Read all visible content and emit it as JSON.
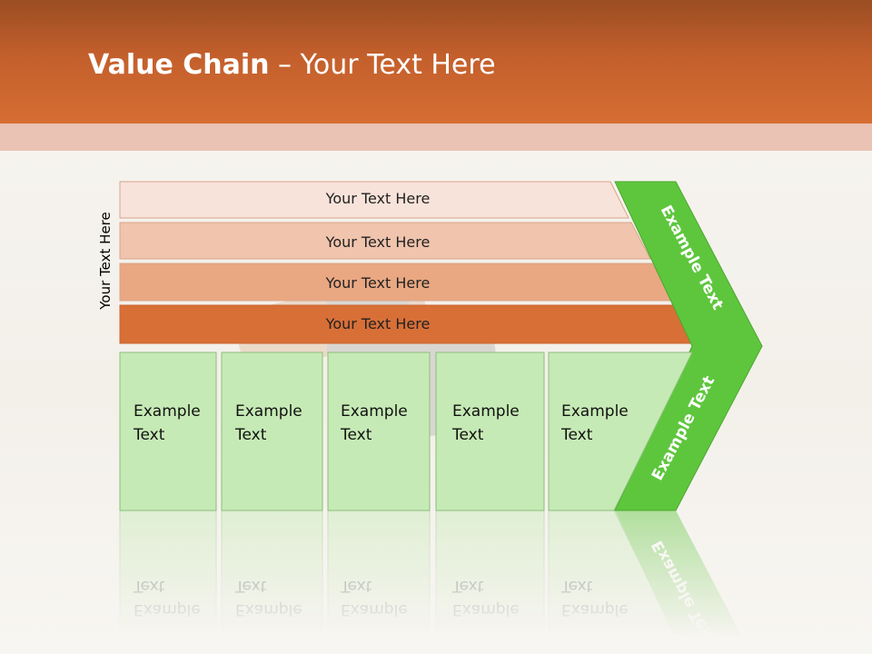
{
  "header": {
    "title_bold": "Value Chain",
    "title_rest": " – Your Text Here"
  },
  "side_label": "Your Text Here",
  "bars": [
    {
      "label": "Your Text Here",
      "color": "#f8e3da"
    },
    {
      "label": "Your Text Here",
      "color": "#f0c4ad"
    },
    {
      "label": "Your Text Here",
      "color": "#e9a882"
    },
    {
      "label": "Your Text Here",
      "color": "#d86f37"
    }
  ],
  "boxes": [
    {
      "line1": "Example",
      "line2": "Text"
    },
    {
      "line1": "Example",
      "line2": "Text"
    },
    {
      "line1": "Example",
      "line2": "Text"
    },
    {
      "line1": "Example",
      "line2": "Text"
    },
    {
      "line1": "Example",
      "line2": "Text"
    }
  ],
  "chevron": {
    "upper_label": "Example Text",
    "lower_label": "Example Text",
    "color": "#5ec63d"
  },
  "colors": {
    "box_fill": "#c6eab5",
    "box_stroke": "#8cbf7a",
    "header": "#d66e33"
  }
}
